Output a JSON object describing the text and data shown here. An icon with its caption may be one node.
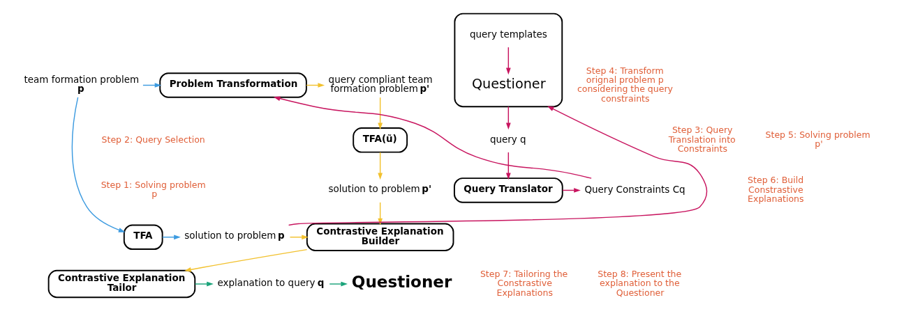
{
  "diagram": {
    "nodes": [
      {
        "text": [
          "team formation problem **p**"
        ]
      },
      {
        "text": [
          "Problem Transformation"
        ]
      },
      {
        "text": [
          "query compliant team formation problem **p'**"
        ]
      },
      {
        "text": [
          "TFA(ũ)"
        ]
      },
      {
        "text": [
          "solution to problem **p'**"
        ]
      },
      {
        "text": [
          "Contrastive Explanation Builder"
        ]
      },
      {
        "text": [],
        "shape": "box"
      },
      {
        "text": [
          "query templates"
        ],
        "in": 6
      },
      {
        "text": [
          "Questioner"
        ],
        "in": 6
      },
      {
        "text": [
          "query q"
        ]
      },
      {
        "text": [
          "Query Translator"
        ]
      },
      {
        "text": [
          "Query Constraints Cq"
        ]
      },
      {
        "text": [
          "TFA"
        ]
      },
      {
        "text": [
          "solution to problem **p**"
        ]
      },
      {
        "text": [
          "Contrastive Explanation Tailor"
        ]
      },
      {
        "text": [
          "explanation to query **q**"
        ]
      },
      {
        "text": [
          "Questioner"
        ]
      }
    ],
    "edges": [
      {
        "from": 0,
        "to": 1,
        "arrow": "to",
        "color": "#3d9be0"
      },
      {
        "from": 0,
        "to": 12,
        "arrow": "to",
        "color": "#3d9be0"
      },
      {
        "from": 12,
        "to": 13,
        "arrow": "to",
        "color": "#3d9be0"
      },
      {
        "from": 13,
        "to": 6,
        "arrow": "to",
        "color": "#c8155f"
      },
      {
        "from": 13,
        "to": 5,
        "arrow": "to",
        "color": "#f2c12e"
      },
      {
        "from": 7,
        "to": 8,
        "arrow": "to",
        "color": "#c8155f"
      },
      {
        "from": 6,
        "to": 9,
        "arrow": "to",
        "color": "#c8155f"
      },
      {
        "from": 9,
        "to": 10,
        "arrow": "to",
        "color": "#c8155f"
      },
      {
        "from": 10,
        "to": 11,
        "arrow": "to",
        "color": "#c8155f"
      },
      {
        "from": 11,
        "to": 1,
        "arrow": "to",
        "color": "#c8155f"
      },
      {
        "from": 1,
        "to": 2,
        "arrow": "to",
        "color": "#f2c12e"
      },
      {
        "from": 2,
        "to": 3,
        "arrow": "to",
        "color": "#f2c12e"
      },
      {
        "from": 3,
        "to": 4,
        "arrow": "to",
        "color": "#f2c12e"
      },
      {
        "from": 4,
        "to": 5,
        "arrow": "to",
        "color": "#f2c12e"
      },
      {
        "from": 5,
        "to": 14,
        "arrow": "to",
        "color": "#f2c12e"
      },
      {
        "from": 14,
        "to": 15,
        "arrow": "to",
        "color": "#1aa37a"
      },
      {
        "from": 15,
        "to": 16,
        "arrow": "to",
        "color": "#1aa37a"
      }
    ],
    "labels": [
      "Step 4: Transform orignal problem p considering the query constraints",
      "Step 3: Query Translation into Constraints",
      "Step 1: Solving problem p",
      "Step 2: Query Selection",
      "Step 5: Solving problem p'",
      "Step 6: Build Constrastive Explanations",
      "Step 7: Tailoring the Constrastive Explanations",
      "Step 8: Present the explanation to the Questioner"
    ]
  }
}
